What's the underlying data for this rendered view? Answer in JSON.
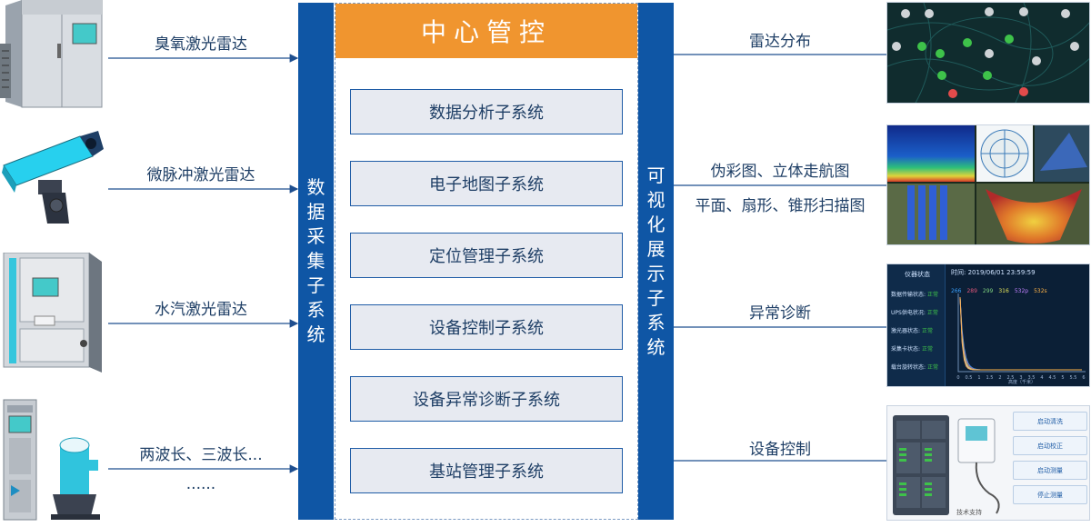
{
  "devices": [
    {
      "name": "ozone-lidar",
      "label": "臭氧激光雷达"
    },
    {
      "name": "micropulse-lidar",
      "label": "微脉冲激光雷达"
    },
    {
      "name": "water-vapor-lidar",
      "label": "水汽激光雷达"
    },
    {
      "name": "multi-wavelength-lidar",
      "label": "两波长、三波长..."
    },
    {
      "name": "more",
      "label": "······"
    }
  ],
  "left_bar": "数据采集子系统",
  "right_bar": "可视化展示子系统",
  "center": {
    "title": "中心管控",
    "subsystems": [
      "数据分析子系统",
      "电子地图子系统",
      "定位管理子系统",
      "设备控制子系统",
      "设备异常诊断子系统",
      "基站管理子系统"
    ]
  },
  "outputs": [
    {
      "label": "雷达分布"
    },
    {
      "label": "伪彩图、立体走航图",
      "label2": "平面、扇形、锥形扫描图"
    },
    {
      "label": "异常诊断"
    },
    {
      "label": "设备控制"
    }
  ],
  "diagnosis_panel": {
    "header": "仪器状态",
    "time": "时间: 2019/06/01 23:59:59",
    "rows": [
      {
        "k": "数据传输状态:",
        "v": "正常"
      },
      {
        "k": "UPS供电状况:",
        "v": "正常"
      },
      {
        "k": "激光器状态:",
        "v": "正常"
      },
      {
        "k": "采集卡状态:",
        "v": "正常"
      },
      {
        "k": "载台旋转状态:",
        "v": "正常"
      }
    ],
    "legend": [
      "266",
      "289",
      "299",
      "316",
      "532p",
      "532s"
    ],
    "xlabel": "高度（千米）",
    "xticks": [
      "0",
      "0.5",
      "1",
      "1.5",
      "2",
      "2.5",
      "3",
      "3.5",
      "4",
      "4.5",
      "5",
      "5.5",
      "6"
    ],
    "colors": {
      "266": "#3aa1ff",
      "289": "#e0567a",
      "299": "#7fd27f",
      "316": "#e8e85a",
      "532p": "#c080ff",
      "532s": "#ffb347"
    }
  },
  "control_panel": {
    "buttons": [
      "启动清洗",
      "启动校正",
      "启动测量",
      "停止测量"
    ],
    "footer": "技术支持"
  }
}
